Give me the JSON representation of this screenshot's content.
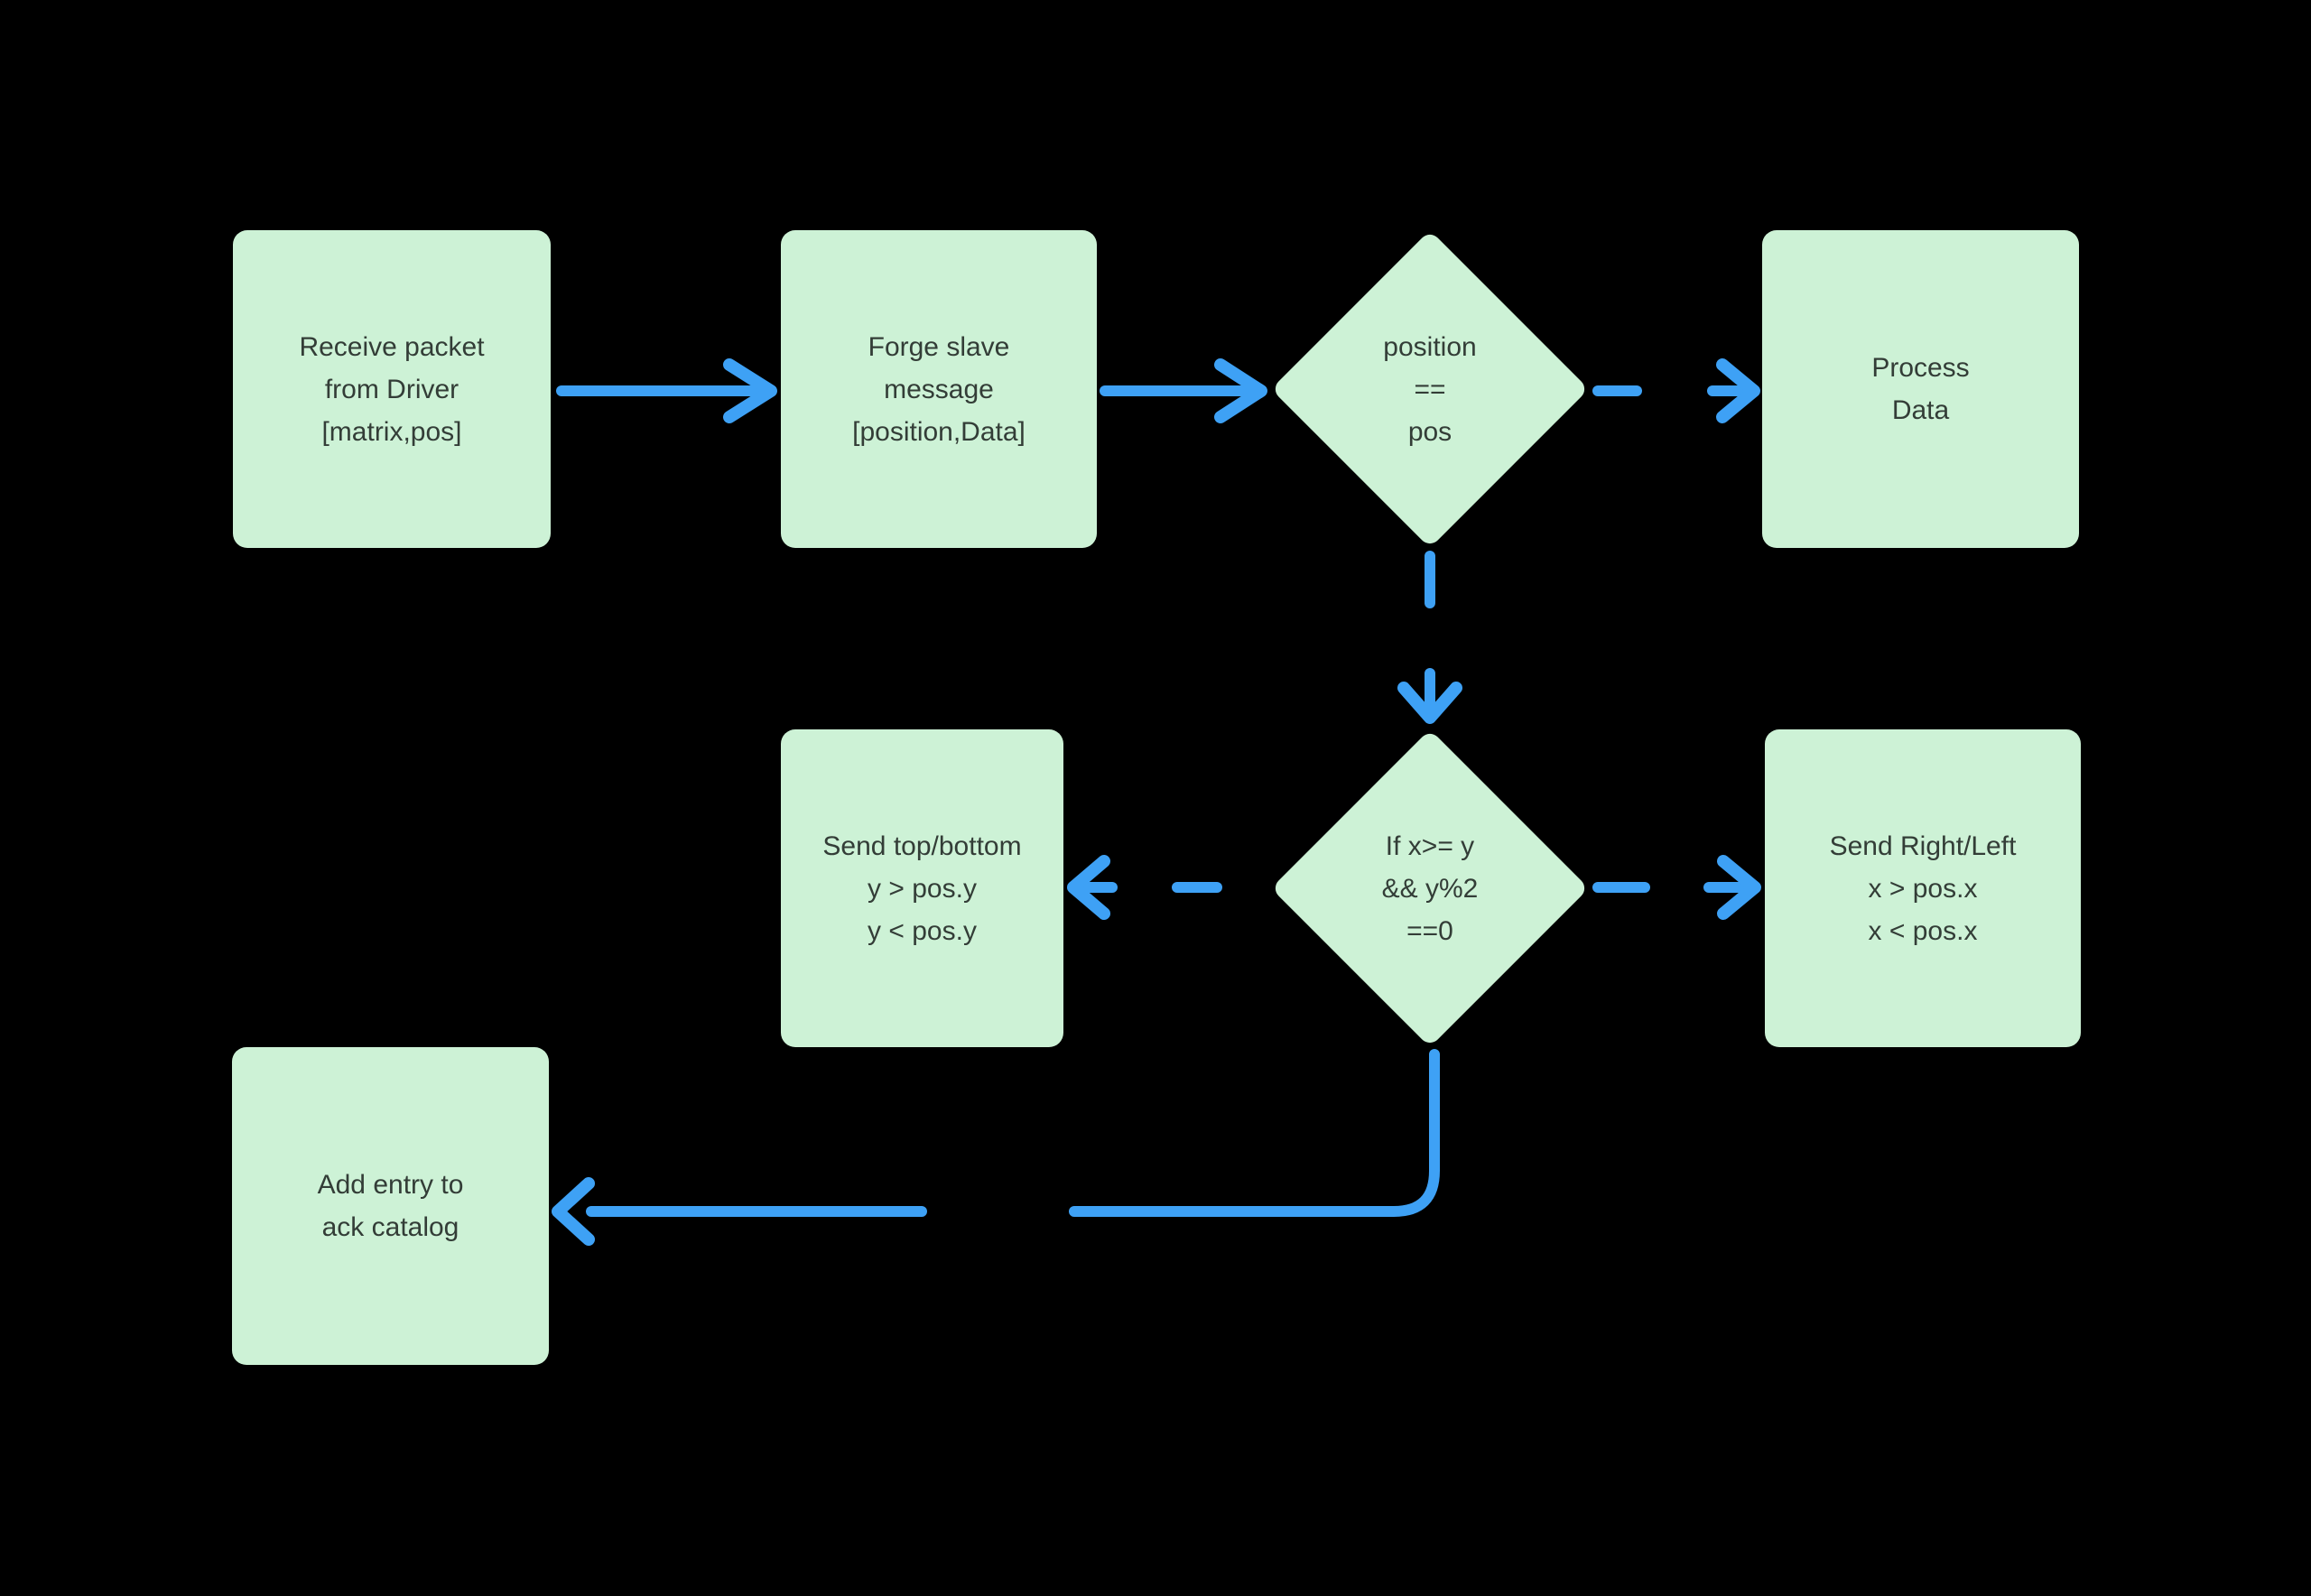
{
  "colors": {
    "background": "#000000",
    "node_fill": "#CDF2D6",
    "arrow": "#3EA1F5",
    "text": "#333D37"
  },
  "diagram": {
    "nodes": [
      {
        "id": "receive-packet",
        "shape": "rectangle",
        "lines": [
          "Receive packet",
          "from Driver",
          "[matrix,pos]"
        ]
      },
      {
        "id": "forge-slave-message",
        "shape": "rectangle",
        "lines": [
          "Forge slave",
          "message",
          "[position,Data]"
        ]
      },
      {
        "id": "position-equals-pos",
        "shape": "diamond",
        "lines": [
          "position",
          "==",
          "pos"
        ]
      },
      {
        "id": "process-data",
        "shape": "rectangle",
        "lines": [
          "Process",
          "Data"
        ]
      },
      {
        "id": "if-x-ge-y",
        "shape": "diamond",
        "lines": [
          "If x>= y",
          "&& y%2",
          "==0"
        ]
      },
      {
        "id": "send-top-bottom",
        "shape": "rectangle",
        "lines": [
          "Send top/bottom",
          "y > pos.y",
          "y < pos.y"
        ]
      },
      {
        "id": "send-right-left",
        "shape": "rectangle",
        "lines": [
          "Send Right/Left",
          "x > pos.x",
          "x < pos.x"
        ]
      },
      {
        "id": "add-entry-ack-catalog",
        "shape": "rectangle",
        "lines": [
          "Add entry to",
          "ack catalog"
        ]
      }
    ],
    "edges": [
      {
        "from": "receive-packet",
        "to": "forge-slave-message",
        "style": "solid",
        "direction": "right"
      },
      {
        "from": "forge-slave-message",
        "to": "position-equals-pos",
        "style": "solid",
        "direction": "right"
      },
      {
        "from": "position-equals-pos",
        "to": "process-data",
        "style": "dashed",
        "direction": "right"
      },
      {
        "from": "position-equals-pos",
        "to": "if-x-ge-y",
        "style": "dashed",
        "direction": "down"
      },
      {
        "from": "if-x-ge-y",
        "to": "send-top-bottom",
        "style": "dashed",
        "direction": "left"
      },
      {
        "from": "if-x-ge-y",
        "to": "send-right-left",
        "style": "dashed",
        "direction": "right"
      },
      {
        "from": "if-x-ge-y",
        "to": "add-entry-ack-catalog",
        "style": "solid",
        "direction": "down-left"
      }
    ]
  }
}
